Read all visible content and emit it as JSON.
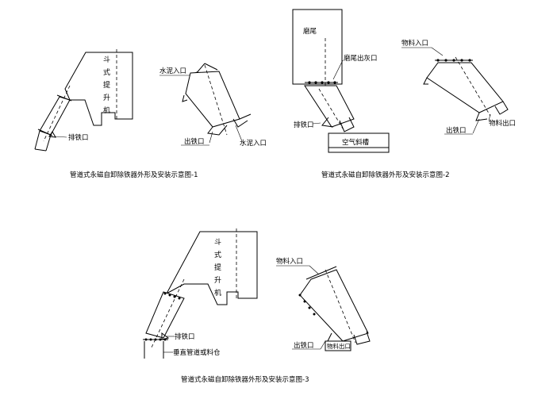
{
  "captions": {
    "fig1": "管道式永磁自卸除铁器外形及安装示意图-1",
    "fig2": "管道式永磁自卸除铁器外形及安装示意图-2",
    "fig3": "管道式永磁自卸除铁器外形及安装示意图-3"
  },
  "fig1": {
    "elevator_chars": [
      "斗",
      "式",
      "提",
      "升",
      "机"
    ],
    "iron_outlet": "排铁口",
    "cement_inlet": "水泥入口",
    "iron_out": "出铁口",
    "cement_in2": "水泥入口"
  },
  "fig2": {
    "mill_tail": "磨尾",
    "mill_ash_out": "磨尾出灰口",
    "iron_outlet": "排铁口",
    "air_chute": "空气斜槽",
    "material_in": "物料入口",
    "iron_out": "出铁口",
    "material_out": "物料出口"
  },
  "fig3": {
    "elevator_chars": [
      "斗",
      "式",
      "提",
      "升",
      "机"
    ],
    "iron_outlet": "排铁口",
    "vertical_pipe": "垂直管道或料仓",
    "material_in": "物料入口",
    "iron_out": "出铁口",
    "material_out": "物料出口"
  }
}
